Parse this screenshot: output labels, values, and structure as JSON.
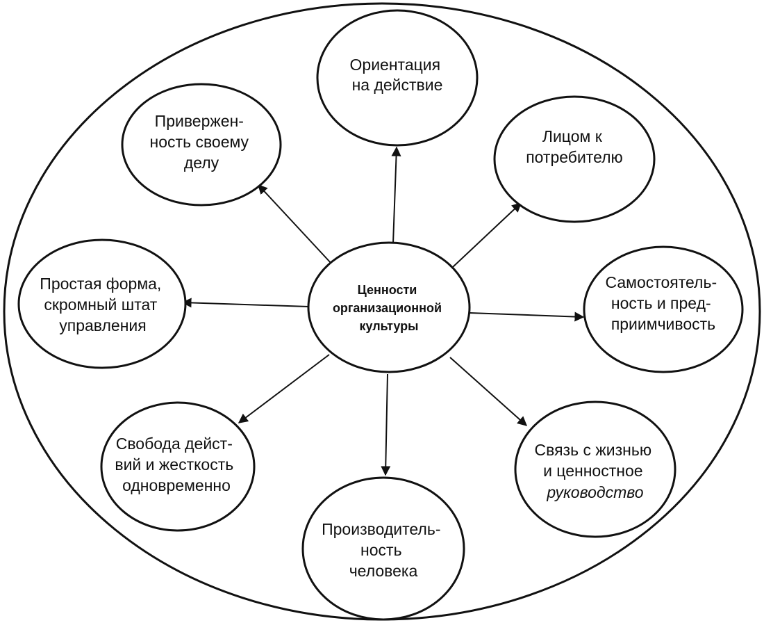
{
  "center": {
    "lines": [
      "Ценности",
      "организационной",
      "культуры"
    ]
  },
  "nodes": [
    {
      "id": "orientation",
      "lines": [
        "Ориентация",
        "на действие"
      ]
    },
    {
      "id": "customer",
      "lines": [
        "Лицом к",
        "потребителю"
      ]
    },
    {
      "id": "autonomy",
      "lines": [
        "Самостоятель-",
        "ность и пред-",
        "приимчивость"
      ]
    },
    {
      "id": "connection",
      "lines": [
        "Связь с жизнью",
        "и ценностное",
        "руководство"
      ],
      "italic_last": true
    },
    {
      "id": "productivity",
      "lines": [
        "Производитель-",
        "ность",
        "человека"
      ]
    },
    {
      "id": "freedom",
      "lines": [
        "Свобода дейст-",
        "вий и жесткость",
        "одновременно"
      ]
    },
    {
      "id": "simple-form",
      "lines": [
        "Простая форма,",
        "скромный штат",
        "управления"
      ]
    },
    {
      "id": "commitment",
      "lines": [
        "Привержен-",
        "ность своему",
        "делу"
      ]
    }
  ]
}
